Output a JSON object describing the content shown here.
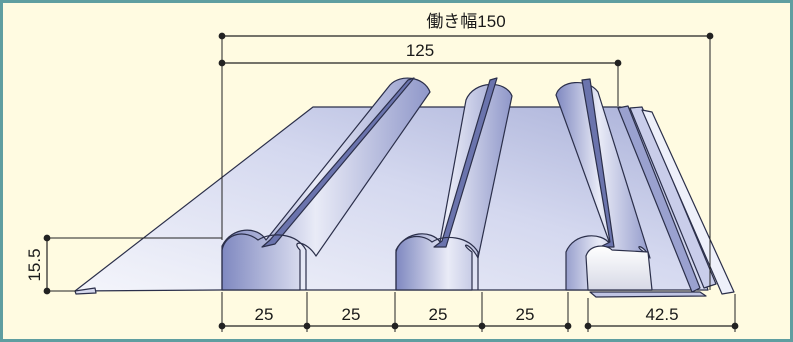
{
  "colors": {
    "background": "#fffbe1",
    "border": "#5f9ea0",
    "sheet_light": "#f3f4fb",
    "sheet_mid": "#c6cbe8",
    "sheet_dark": "#8d95c7",
    "dimension_line": "#222222"
  },
  "dimensions": {
    "working_width": "働き幅150",
    "top_span": "125",
    "height": "15.5",
    "pitch_1": "25",
    "pitch_2": "25",
    "pitch_3": "25",
    "pitch_4": "25",
    "edge": "42.5"
  }
}
